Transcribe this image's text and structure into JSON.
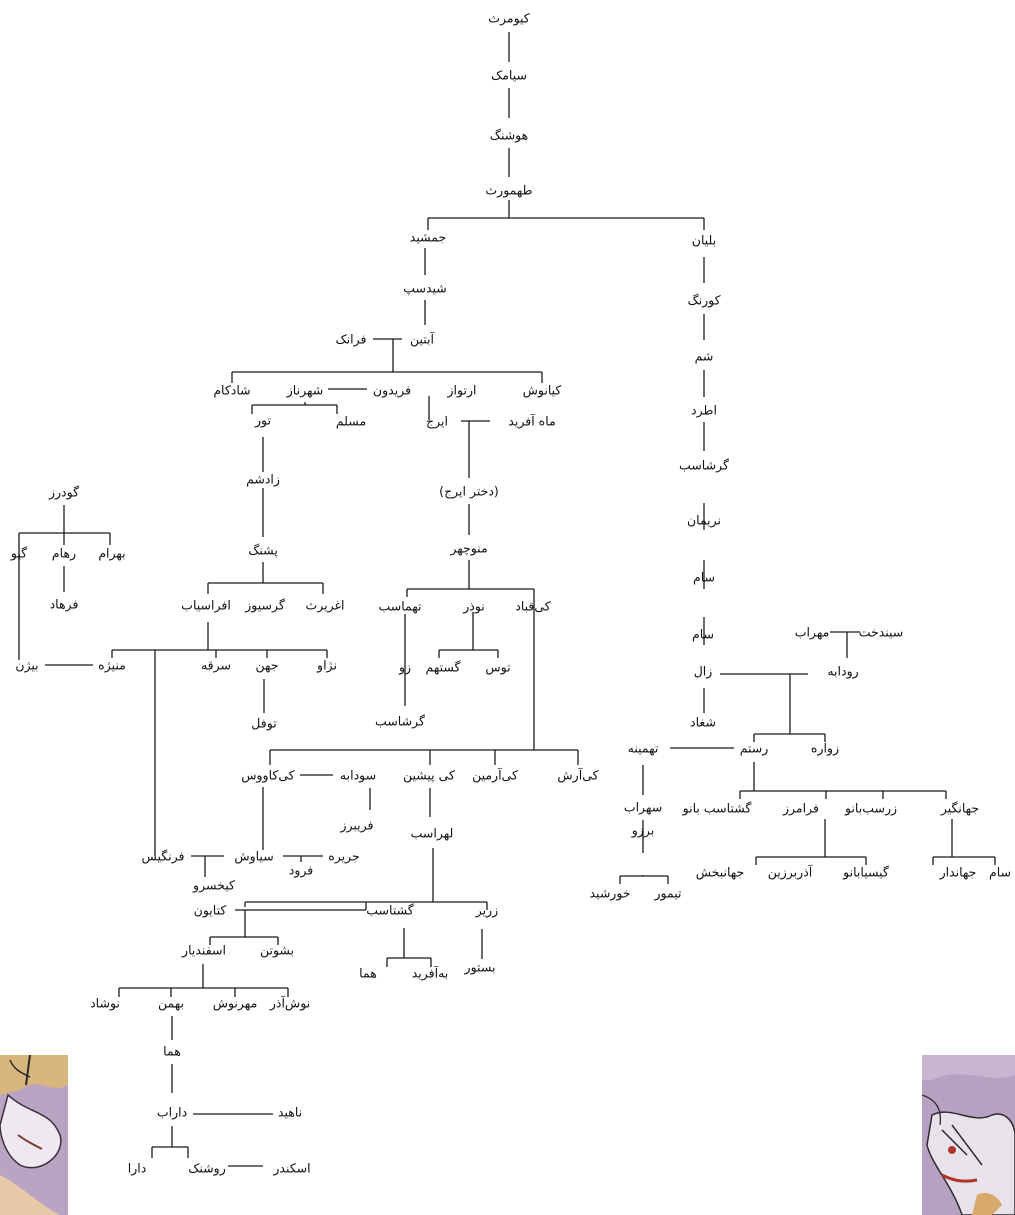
{
  "colors": {
    "line": "#1a1a1a",
    "text": "#111111",
    "background": "#ffffff",
    "painting_bg": "#b7a1c2",
    "painting_accent": "#d8b07a"
  },
  "names": {
    "kiumars": "کیومرث",
    "siamak": "سیامک",
    "hushang": "هوشنگ",
    "tahmuras": "طهمورث",
    "jamshid": "جمشید",
    "balyan": "بلیان",
    "shidasp": "شیدسپ",
    "kurang": "کورنگ",
    "abtin": "آبتین",
    "faranak": "فرانک",
    "sham": "شم",
    "shadkam": "شادکام",
    "shahrnaz": "شهرناز",
    "fereydun": "فریدون",
    "artavaz": "ارتواز",
    "kianush": "کیانوش",
    "tur": "تور",
    "moslem": "مسلم",
    "iraj": "ایرج",
    "mah_afarid": "ماه آفرید",
    "atrad": "اطرد",
    "zadsham": "زادشم",
    "dokhtar_iraj": "(دختر ایرج)",
    "garshasb_1": "گرشاسب",
    "pashang": "پشنگ",
    "manuchehr": "منوچهر",
    "nariman": "نریمان",
    "afrasiab": "افراسیاب",
    "garsivaz": "گرسیوز",
    "aghriras": "اغریرث",
    "tahmasb": "تهماسب",
    "nowzar": "نوذر",
    "kay_qobad": "کی‌قباد",
    "sam_1": "سام",
    "goudarz": "گودرز",
    "giv": "گیو",
    "reham": "رهام",
    "bahram": "بهرام",
    "farhad": "فرهاد",
    "manizheh": "منیژه",
    "bizhan": "بیژن",
    "sorkheh": "سرقه",
    "jahn": "جهن",
    "nazhav": "نژاو",
    "zav": "زو",
    "gostaham": "گستهم",
    "tus": "توس",
    "tufal": "توفل",
    "garshasb_2": "گرشاسب",
    "sindokht": "سیندخت",
    "mehrab": "مهراب",
    "rudabeh": "رودابه",
    "zal": "زال",
    "shaghad": "شغاد",
    "zavareh": "زواره",
    "tahmineh": "تهمینه",
    "rostam": "رستم",
    "kay_kavus": "کی‌کاووس",
    "sudabeh": "سودابه",
    "kay_pishin": "کی پیشین",
    "kay_armin": "کی‌آرمین",
    "kay_arash": "کی‌آرش",
    "sohrab": "سهراب",
    "jahangir": "جهانگیر",
    "zarasb_banu": "زرسب‌بانو",
    "faramarz": "فرامرز",
    "goshtasb_banu": "گشتاسب بانو",
    "farizand": "فریبرز",
    "farangis": "فرنگیس",
    "siavash": "سیاوش",
    "jarireh": "جریره",
    "lohrasb": "لهراسب",
    "borzu": "برزو",
    "kaykhosrow": "کیخسرو",
    "forud": "فرود",
    "jahanbakhsh": "جهانبخش",
    "azarborzin": "آذربرزین",
    "gisiya_banu": "گیسیابانو",
    "jahandar": "جهاندار",
    "sam_2": "سام",
    "timur": "تیمور",
    "khorshid": "خورشید",
    "katayun": "کتایون",
    "goshtasb": "گشتاسب",
    "zarir": "زریر",
    "bestur": "بستور",
    "pashutan": "بشوتن",
    "esfandiar": "اسفندیار",
    "homa_1": "هما",
    "beh_afarid": "به‌آفرید",
    "nushad": "نوشاد",
    "bahman": "بهمن",
    "mehrnush": "مهرنوش",
    "nushazar": "نوش‌آذر",
    "homa_2": "هما",
    "darab": "داراب",
    "nahid": "ناهید",
    "dara": "دارا",
    "rowshanak": "روشنک",
    "eskandar": "اسکندر"
  }
}
